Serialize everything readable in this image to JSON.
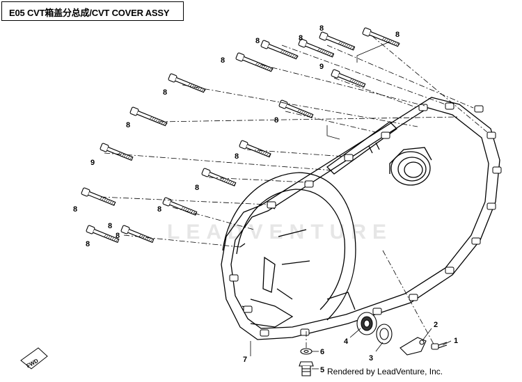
{
  "title": "E05 CVT箱盖分总成/CVT COVER ASSY",
  "credit": "Rendered by LeadVenture, Inc.",
  "watermark": "LEADVENTURE",
  "fwd_label": "FWD",
  "callouts": [
    "8",
    "8",
    "8",
    "8",
    "8",
    "9",
    "8",
    "8",
    "8",
    "9",
    "8",
    "8",
    "8",
    "8",
    "8",
    "8",
    "8",
    "1",
    "2",
    "3",
    "4",
    "5",
    "6",
    "7"
  ]
}
